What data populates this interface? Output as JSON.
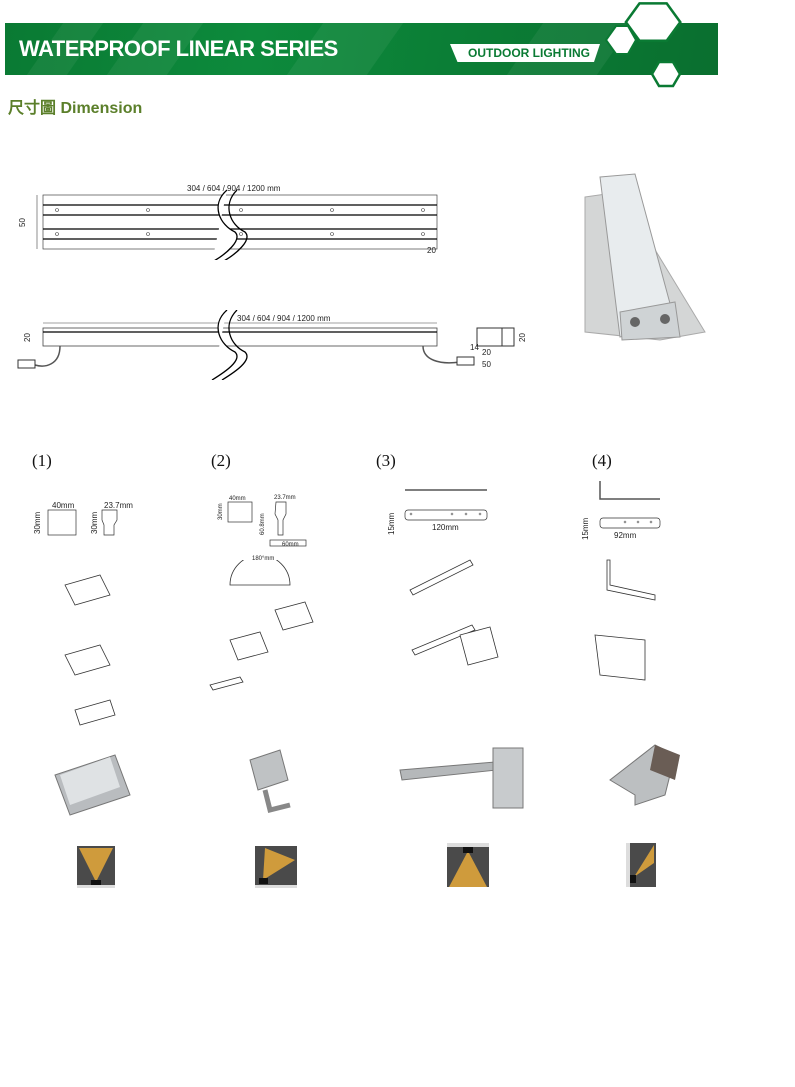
{
  "header": {
    "title": "WATERPROOF LINEAR SERIES",
    "tag": "OUTDOOR LIGHTING",
    "colors": {
      "brand": "#0a7a33",
      "accent": "#5b7f2a"
    }
  },
  "dimension": {
    "heading": "尺寸圖 Dimension",
    "top_view": {
      "length": "304 / 604 / 904 / 1200 mm",
      "height": "50",
      "hole_offset": "20"
    },
    "side_view": {
      "length": "304 / 604 / 904 / 1200 mm",
      "height": "20",
      "profile_height": "20",
      "profile_14": "14",
      "profile_20": "20",
      "profile_50": "50"
    }
  },
  "mounting": [
    {
      "number": "(1)",
      "dims": [
        "40mm",
        "30mm",
        "23.7mm",
        "30mm"
      ]
    },
    {
      "number": "(2)",
      "dims": [
        "40mm",
        "30mm",
        "23.7mm",
        "60.8mm",
        "60mm",
        "180°mm"
      ]
    },
    {
      "number": "(3)",
      "dims": [
        "15mm",
        "120mm"
      ]
    },
    {
      "number": "(4)",
      "dims": [
        "15mm",
        "92mm"
      ]
    }
  ]
}
